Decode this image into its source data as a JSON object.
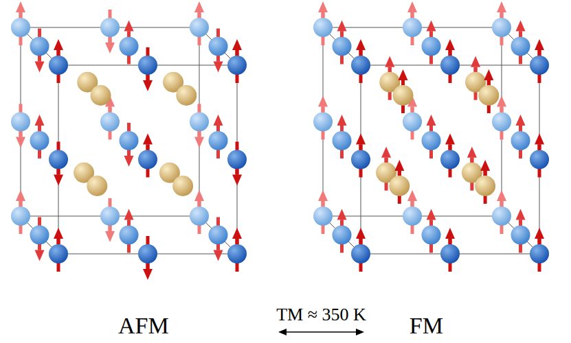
{
  "diagram": {
    "nodes": [
      {
        "text": [
          "AFM"
        ]
      },
      {
        "text": [
          "FM"
        ]
      }
    ],
    "edges": [
      {
        "from": 0,
        "to": 1,
        "arrow": "both",
        "label": "TM ≈ 350 K"
      }
    ]
  }
}
